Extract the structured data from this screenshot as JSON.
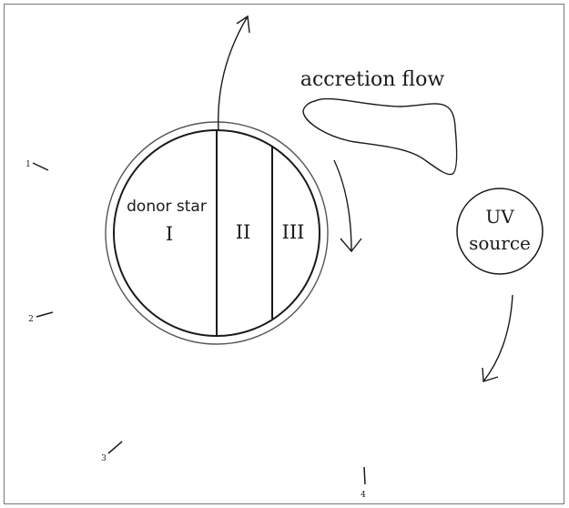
{
  "diagram": {
    "labels": {
      "accretion_flow": "accretion flow",
      "donor_star": "donor star",
      "region_1": "I",
      "region_2": "II",
      "region_3": "III",
      "uv_line1": "UV",
      "uv_line2": "source",
      "marker_1": "1",
      "marker_2": "2",
      "marker_3": "3",
      "marker_4": "4"
    },
    "colors": {
      "stroke": "#1a1a1a",
      "outer_ring": "#555555",
      "frame": "#777777",
      "background": "#ffffff"
    }
  }
}
